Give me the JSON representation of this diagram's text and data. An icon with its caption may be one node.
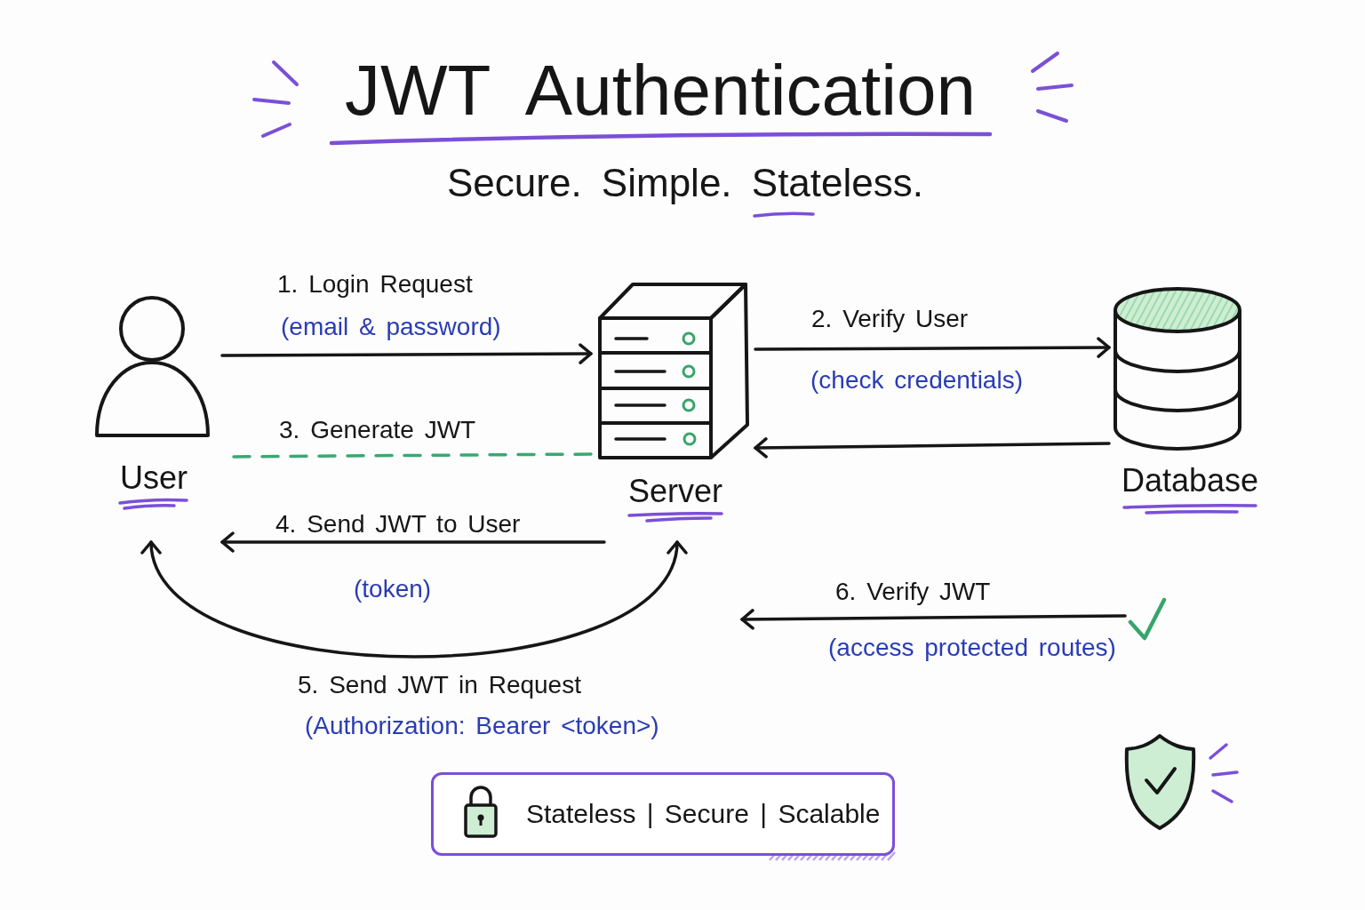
{
  "diagram": {
    "title": "JWT Authentication",
    "nodes": [
      {
        "text": [
          "User"
        ]
      },
      {
        "text": [
          "Server"
        ]
      },
      {
        "text": [
          "Database"
        ]
      },
      {
        "text": [],
        "shape": "tick"
      },
      {
        "text": [
          "Stateless | Secure | Scalable"
        ]
      }
    ],
    "edges": [
      {
        "from": 0,
        "to": 1,
        "arrow": "to",
        "label": "1. Login Request"
      },
      {
        "from": 1,
        "to": 2,
        "arrow": "to",
        "label": "2. Verify User"
      },
      {
        "from": 2,
        "to": 1,
        "arrow": "to"
      },
      {
        "from": 1,
        "to": 0,
        "arrow": "none",
        "label": "3. Generate JWT",
        "style": "dashed",
        "color": "#3aa872"
      },
      {
        "from": 1,
        "to": 0,
        "arrow": "to",
        "label": "4. Send JWT to User"
      },
      {
        "from": 0,
        "to": 1,
        "arrow": "both",
        "label": "5. Send JWT in Request"
      },
      {
        "from": 3,
        "to": null,
        "arrow": "to",
        "label": "6. Verify JWT"
      }
    ],
    "labels": [
      "Secure. Simple. Stateless.",
      "(email & password)",
      "(check credentials)",
      "(token)",
      "(access protected routes)",
      "(Authorization: Bearer <token>)"
    ]
  }
}
